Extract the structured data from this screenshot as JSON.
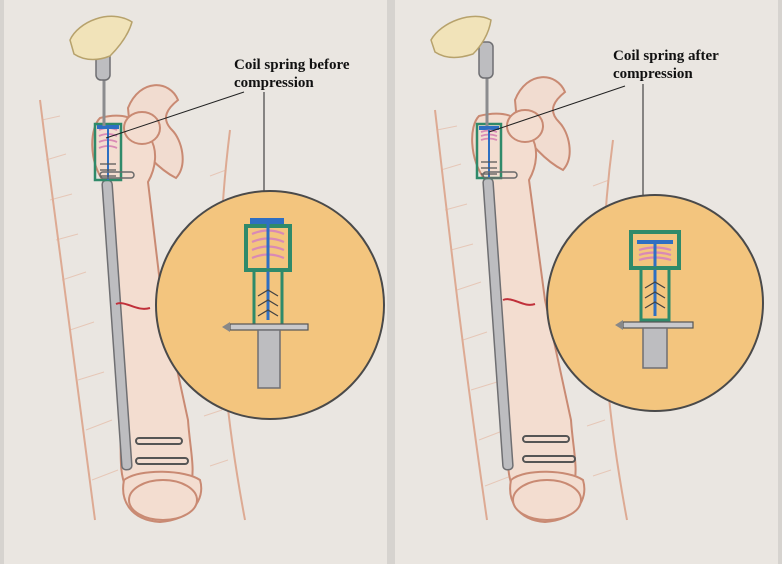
{
  "panels": [
    {
      "id": "before",
      "label_line1": "Coil spring before",
      "label_line2": "compression",
      "spring_state": "extended"
    },
    {
      "id": "after",
      "label_line1": "Coil spring after",
      "label_line2": "compression",
      "spring_state": "compressed"
    }
  ],
  "colors": {
    "paper": "#eae6e1",
    "bone_fill": "#f3ddd0",
    "bone_outline": "#c98a73",
    "thigh_shading": "#d99b80",
    "magnifier_fill": "#f3c57e",
    "magnifier_outline": "#4a4a4a",
    "nail_grey": "#b9b9bb",
    "sleeve_green": "#2f8a6a",
    "spring_pink": "#d98ab5",
    "rod_blue": "#2f6fc2",
    "fracture_red": "#c0303a",
    "glove": "#f1e3b9"
  }
}
